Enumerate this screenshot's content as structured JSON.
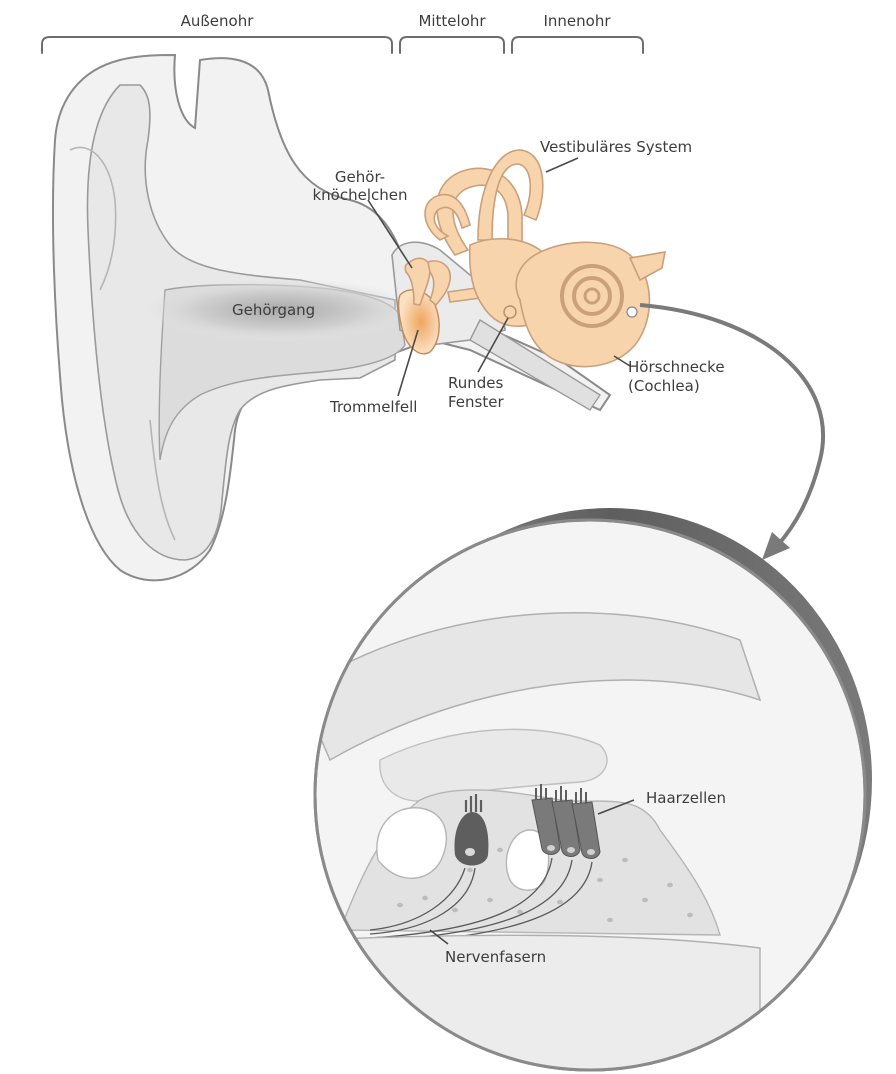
{
  "regions": {
    "outer": "Außenohr",
    "middle": "Mittelohr",
    "inner": "Innenohr"
  },
  "labels": {
    "ossicles_line1": "Gehör-",
    "ossicles_line2": "knöchelchen",
    "vestibular": "Vestibuläres System",
    "ear_canal": "Gehörgang",
    "eardrum": "Trommelfell",
    "round_window_line1": "Rundes",
    "round_window_line2": "Fenster",
    "cochlea_line1": "Hörschnecke",
    "cochlea_line2": "(Cochlea)",
    "hair_cells": "Haarzellen",
    "nerve_fibers": "Nervenfasern"
  },
  "colors": {
    "outline": "#8a8a8a",
    "skin_fill": "#efefef",
    "canal_shade": "#b8b8b8",
    "bony_fill": "#f8d4ad",
    "eardrum_highlight": "#f0a560",
    "cell_dark": "#5e5e5e",
    "lens_rim": "#6a6a6a"
  }
}
